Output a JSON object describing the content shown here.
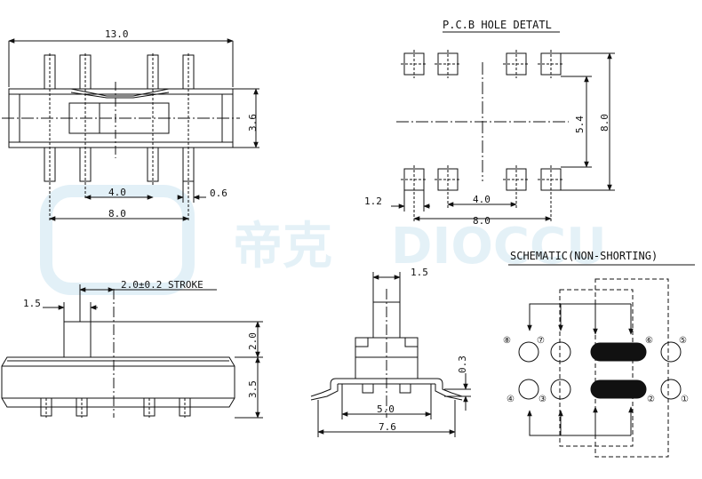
{
  "watermark": {
    "cn": "帝克",
    "en": "DIOCCU"
  },
  "top_view": {
    "length": "13.0",
    "height": "3.6",
    "pitch": "4.0",
    "pin_width": "0.6",
    "span": "8.0"
  },
  "pcb": {
    "title": "P.C.B HOLE DETATL",
    "offset": "1.2",
    "pitch": "4.0",
    "span": "8.0",
    "inner": "5.4",
    "outer": "8.0"
  },
  "side_view": {
    "actuator": "1.5",
    "stroke": "2.0±0.2 STROKE",
    "act_height": "2.0",
    "body_height": "3.5"
  },
  "end_view": {
    "actuator": "1.5",
    "standoff": "0.3",
    "inner": "5.0",
    "outer": "7.6"
  },
  "schematic": {
    "title": "SCHEMATIC(NON-SHORTING)",
    "top_pins": [
      "⑧",
      "⑦",
      "⑥",
      "⑤"
    ],
    "bottom_pins": [
      "④",
      "③",
      "②",
      "①"
    ]
  }
}
